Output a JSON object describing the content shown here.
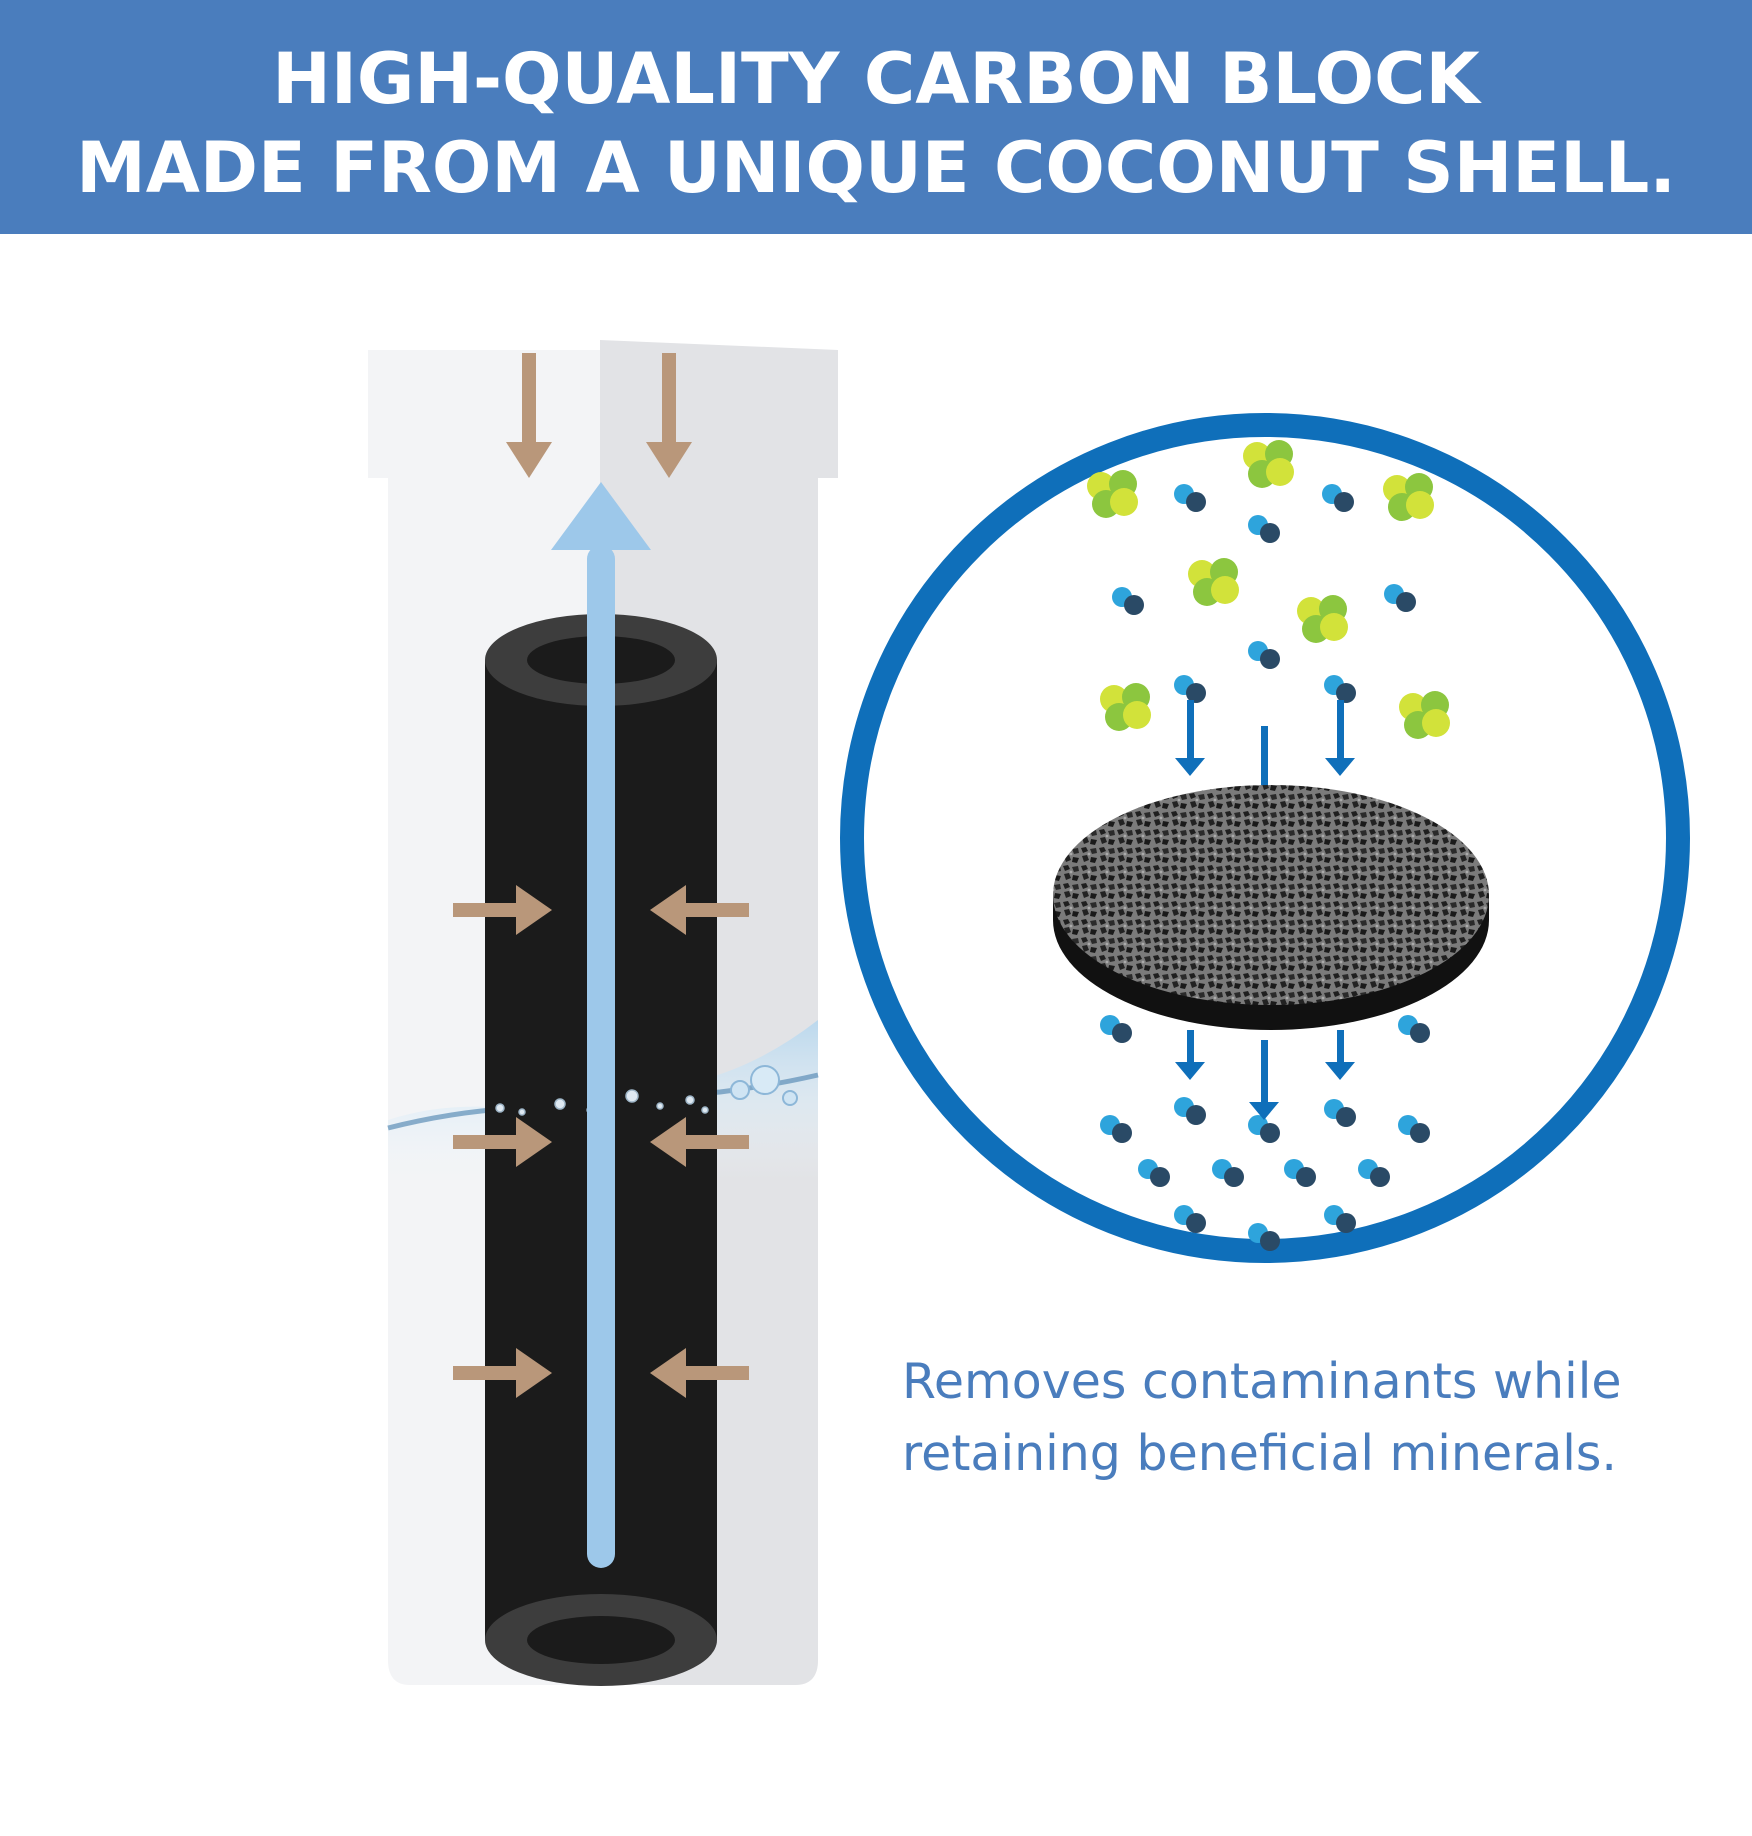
{
  "header": {
    "title_line_1": "HIGH-QUALITY CARBON BLOCK",
    "title_line_2": "MADE FROM A UNIQUE COCONUT SHELL."
  },
  "caption": {
    "line_1": "Removes contaminants while",
    "line_2": "retaining beneficial minerals."
  },
  "colors": {
    "banner": "#4a7dbd",
    "caption_text": "#4a7dbd",
    "circle_ring": "#0f6fba",
    "flow_arrow": "#9dc8ea",
    "inflow_arrows": "#b9977a",
    "carbon_block": "#1b1b1b",
    "contaminant_particle": "#c9df2a",
    "mineral_particle_light": "#2ea4dc",
    "mineral_particle_dark": "#2a4a66"
  },
  "icons": [
    "down-arrow-icon",
    "up-flow-arrow-icon",
    "inflow-arrow-icon",
    "contaminant-molecule-icon",
    "mineral-molecule-icon"
  ]
}
